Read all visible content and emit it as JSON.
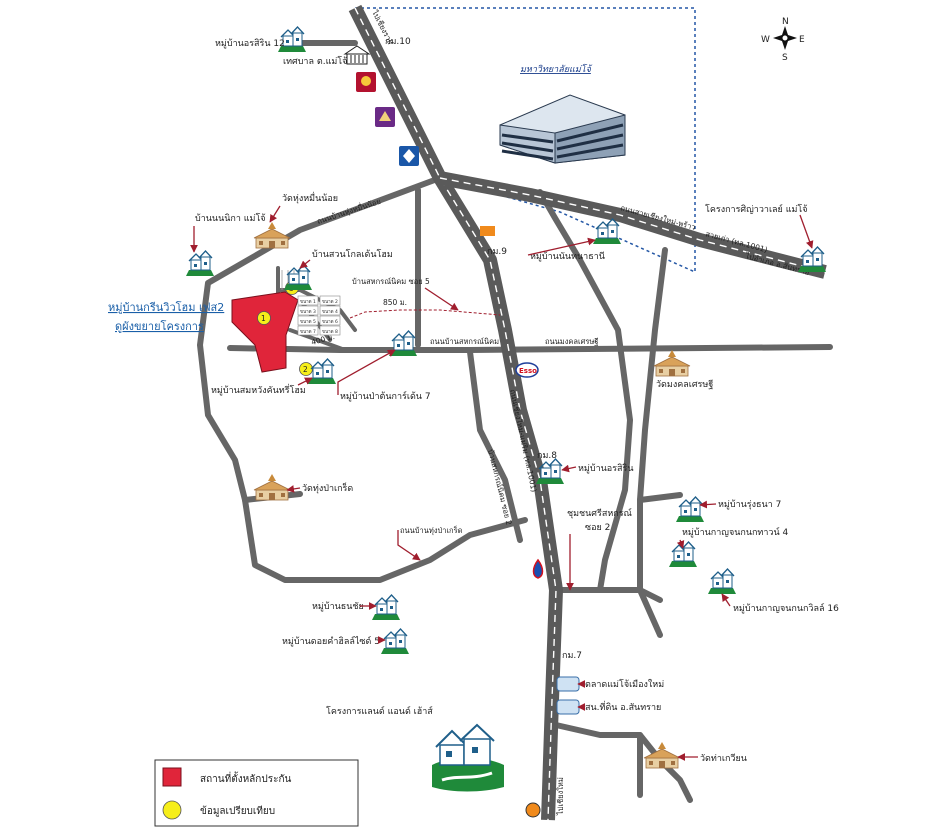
{
  "compass": {
    "n": "N",
    "s": "S",
    "e": "E",
    "w": "W"
  },
  "roads": {
    "highway_north": "ไปเชียงราย",
    "km10": "กม.10",
    "km9": "กม.9",
    "km8": "กม.8",
    "km7": "กม.7",
    "highway_main": "ถนนเชียงใหม่-แม่ริม (ทล.1001)",
    "old_road_1": "ถนนสายเชียงใหม่-พร้าว",
    "old_road_2": "สายเก่า (ทล.1001)",
    "to_sankamphaeng": "ไปอำเภอ อ.สันทราย",
    "soi_2": "บ้านสหกรณ์นิคม ซอย 2",
    "road_wat_mueang": "ถนนบ้านหุ่งหมื่นน้อย",
    "road_sahakorn": "ถนนบ้านสหกรณ์นิคม",
    "road_mongkol": "ถนนมงคลเศรษฐี",
    "road_pakred": "ถนนบ้านทุ่งป่าเกร็ด",
    "to_south": "ไปเชียงใหม่",
    "distance_850": "850 ม.",
    "distance_400": "400 ม."
  },
  "landmarks": {
    "university": "มหาวิทยาลัยแม่โจ้",
    "orasirin12": "หมู่บ้านอรสิริน 12",
    "municipality": "เทศบาล ต.แม่โจ้",
    "wat_mueang_noi": "วัดหุ่งหมื่นน้อย",
    "ban_nanika": "บ้านนนนิกา แม่โจ้",
    "suan_lotus": "บ้านสวนโกลเด้นโฮม",
    "sahakorn_soi5": "บ้านสหกรณ์นิคม ซอย 5",
    "project_main": "หมู่บ้านกรีนวิวโฮม เฟส2",
    "project_sub": "ดูผังขยายโครงการ",
    "somwang": "หมู่บ้านสมหวังคันทรี่โฮม",
    "papark7": "หมู่บ้านป่าต้นการ์เด้น 7",
    "nanthanani": "หมู่บ้านนันทนาธานี",
    "art_project": "โครงการศิญ่าวาเลย์ แม่โจ้",
    "wat_mongkol": "วัดมงคลเศรษฐี",
    "orasirin": "หมู่บ้านอรสิริน",
    "wat_pakred": "วัดทุ่งป่าเกร็ด",
    "rungthana7": "หมู่บ้านรุ่งธนา 7",
    "kanchanakarn4": "หมู่บ้านกาญจนกนกทาวน์ 4",
    "chumchon": "ชุมชนศรีสหกรณ์",
    "chumchon_soi": "ซอย 2",
    "kanchana16": "หมู่บ้านกาญจนกนกวิลล์ 16",
    "thanachai": "หมู่บ้านธนชัย",
    "doikham5": "หมู่บ้านดอยคำฮิลล์ไซด์ 5",
    "market": "ตลาดแม่โจ้เมืองใหม่",
    "police": "สน.ที่ดิน อ.สันทราย",
    "land_house": "โครงการแลนด์ แอนด์ เฮ้าส์",
    "wat_tha": "วัดท่าเกวียน"
  },
  "brands": {
    "esso": "Esso"
  },
  "markers": {
    "one": "1",
    "two": "2",
    "three": "3"
  },
  "lots": [
    "ขนาด 1",
    "ขนาด 2",
    "ขนาด 3",
    "ขนาด 4",
    "ขนาด 5",
    "ขนาด 6",
    "ขนาด 7",
    "ขนาด 8"
  ],
  "legend": {
    "main_site": "สถานที่ตั้งหลักประกัน",
    "comparison": "ข้อมูลเปรียบเทียบ"
  },
  "colors": {
    "site_red": "#e0253a",
    "comparison_yellow": "#f6ee1a",
    "road_grey": "#666666",
    "arrow_red": "#a01e2e",
    "label_blue": "#1a5fa8"
  }
}
